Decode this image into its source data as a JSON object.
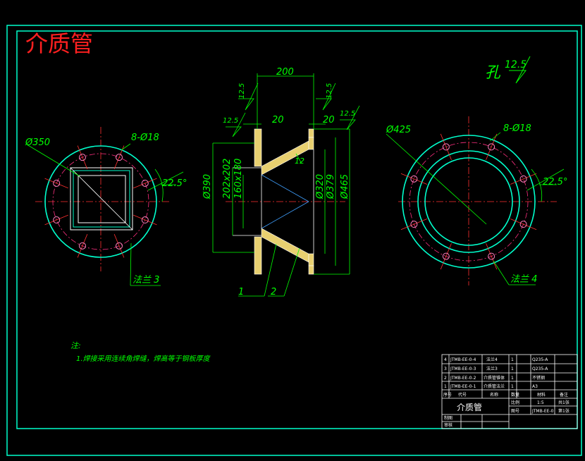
{
  "title": "介质管",
  "hole_note": {
    "label": "孔",
    "roughness": "12.5"
  },
  "left_flange": {
    "diameter": "Ø350",
    "holes": "8-Ø18",
    "angle": "22.5°",
    "label": "法兰 3"
  },
  "right_flange": {
    "diameter": "Ø425",
    "holes": "8-Ø18",
    "angle": "22.5°",
    "label": "法兰 4"
  },
  "section": {
    "length": "200",
    "flange_thickness_left": "20",
    "flange_thickness_right": "20",
    "roughness_top_left": "12.5",
    "roughness_top_right": "12.5",
    "roughness_mid_left": "12.5",
    "roughness_mid_right": "12.5",
    "d390": "Ø390",
    "square_outer": "202x202",
    "square_inner": "160x180",
    "d320": "Ø320",
    "d379": "Ø379",
    "d465": "Ø465",
    "weld_size": "12",
    "part1": "1",
    "part2": "2"
  },
  "notes": {
    "heading": "注:",
    "line1": "1.焊接采用连续角焊缝，焊高等于钢板厚度"
  },
  "title_block": {
    "bom": [
      [
        "4",
        "JTMB-EE-0-4",
        "法兰4",
        "1",
        "Q235-A",
        ""
      ],
      [
        "3",
        "JTMB-EE-0-3",
        "法兰3",
        "1",
        "Q235-A",
        ""
      ],
      [
        "2",
        "JTMB-EE-0-2",
        "介质管锥体",
        "1",
        "不锈钢",
        ""
      ],
      [
        "1",
        "JTMB-EE-0-1",
        "介质管法兰",
        "1",
        "A3",
        ""
      ]
    ],
    "header": [
      "序号",
      "代号",
      "名称",
      "数量",
      "材料",
      "备注"
    ],
    "drawing_name": "介质管",
    "scale_label": "比例",
    "scale_value": "1:5",
    "sheet_label": "共1张",
    "drawing_no_label": "图号",
    "drawing_no": "JTMB-EE-0",
    "sheet_no": "第1张",
    "designer_label": "制图",
    "checker_label": "审核"
  }
}
